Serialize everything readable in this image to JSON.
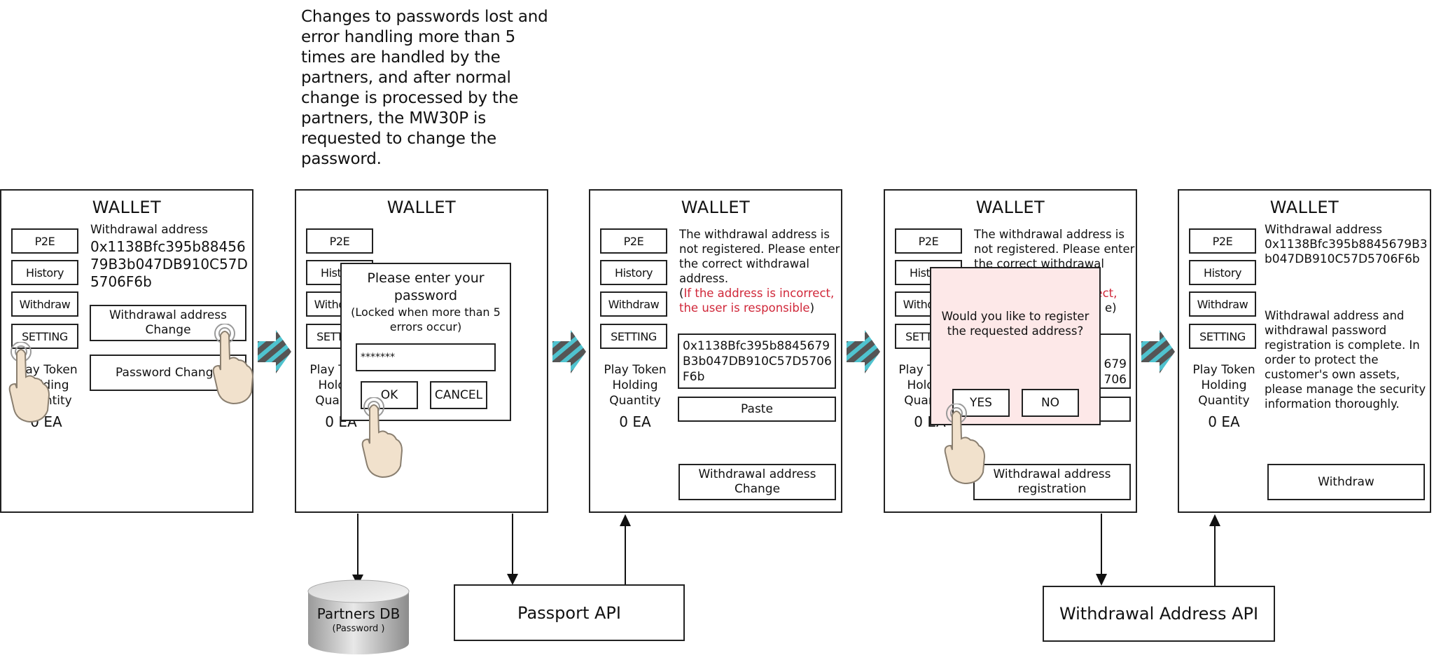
{
  "note": "Changes to passwords lost and error handling more than 5 times are handled by the partners, and after normal change is processed by the partners, the MW30P is requested to change the password.",
  "common": {
    "title": "WALLET",
    "sidebar": [
      "P2E",
      "History",
      "Withdraw",
      "SETTING"
    ],
    "quantity_label": "Play Token Holding Quantity",
    "quantity_value": "0 EA"
  },
  "panel1": {
    "address_label": "Withdrawal address",
    "address_value": "0x1138Bfc395b8845679B3b047DB910C57D5706F6b",
    "change_address_button": "Withdrawal address Change",
    "password_change_button": "Password Change"
  },
  "panel2": {
    "dialog_title": "Please enter your password",
    "dialog_note": "(Locked when more than 5 errors occur)",
    "password_value": "*******",
    "ok_button": "OK",
    "cancel_button": "CANCEL"
  },
  "panel3": {
    "message": "The withdrawal address is not registered. Please enter the correct withdrawal address.",
    "warning_open": "(",
    "warning": "If the address is incorrect, the user is responsible",
    "warning_close": ")",
    "address_input_value": "0x1138Bfc395b8845679B3b047DB910C57D5706F6b",
    "paste_button": "Paste",
    "change_button": "Withdrawal address Change"
  },
  "panel4": {
    "message": "The withdrawal address is not registered. Please enter the correct withdrawal address.",
    "dialog_question": "Would you like to register the requested address?",
    "yes_button": "YES",
    "no_button": "NO",
    "register_button": "Withdrawal address registration",
    "partial_warning_1": "rect,",
    "partial_warning_2": "e)",
    "partial_addr_1": "679",
    "partial_addr_2": "706"
  },
  "panel5": {
    "address_label": "Withdrawal address",
    "address_value": "0x1138Bfc395b8845679B3b047DB910C57D5706F6b",
    "complete_message": "Withdrawal address and withdrawal password registration is complete. In order to protect the customer's own assets, please manage the security information thoroughly.",
    "withdraw_button": "Withdraw"
  },
  "systems": {
    "partners_db": "Partners DB",
    "partners_db_sub": "(Password )",
    "passport_api": "Passport API",
    "withdrawal_address_api": "Withdrawal Address API"
  },
  "colors": {
    "warning_red": "#d0283a",
    "dialog_pink": "#fde8e8",
    "arrow_teal": "#4fc3cf",
    "arrow_gray": "#555555",
    "hand_skin": "#f1e1cc"
  }
}
